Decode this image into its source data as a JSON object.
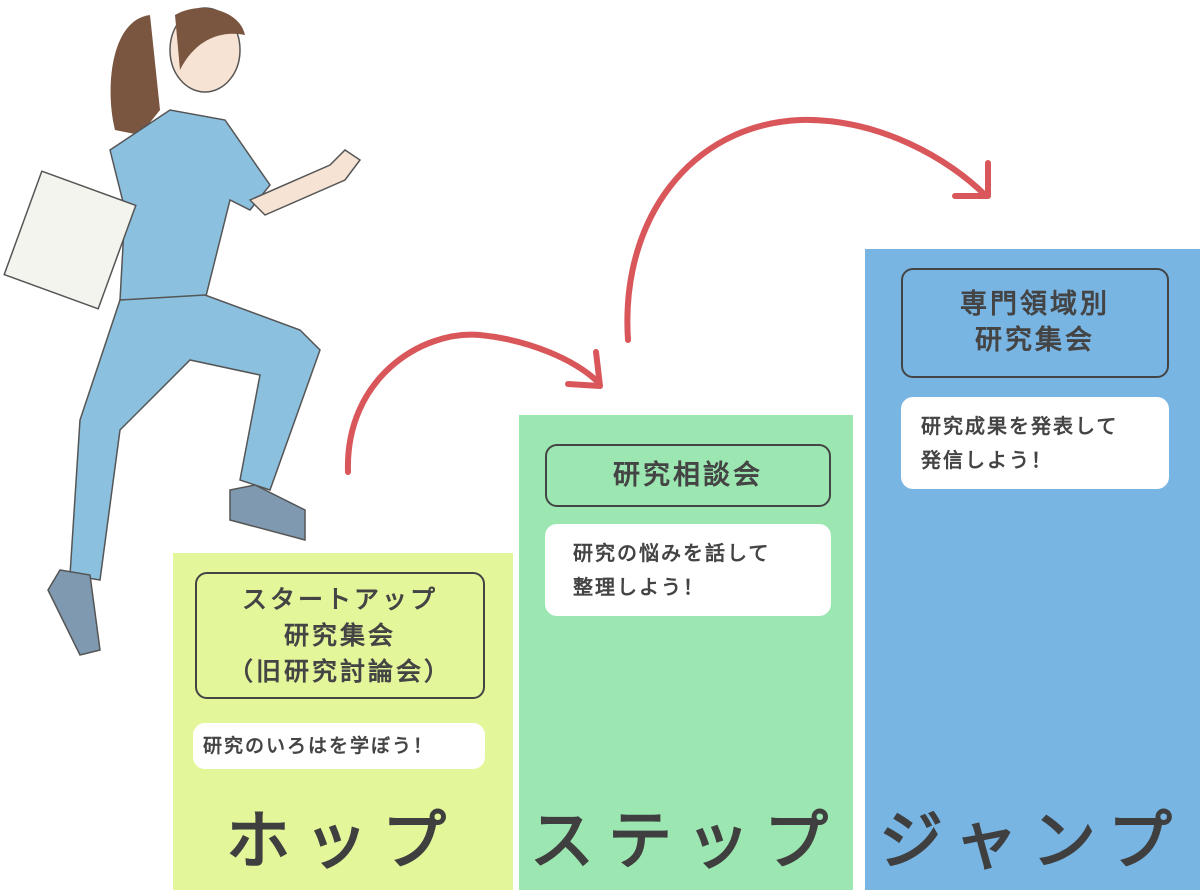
{
  "steps": [
    {
      "title": "スタートアップ\n研究集会\n（旧研究討論会）",
      "message": "研究のいろはを学ぼう！",
      "label": "ホップ",
      "color": "#e3f69a"
    },
    {
      "title": "研究相談会",
      "message": "研究の悩みを話して\n整理しよう！",
      "label": "ステップ",
      "color": "#9ce7b1"
    },
    {
      "title": "専門領域別\n研究集会",
      "message": "研究成果を発表して\n発信しよう！",
      "label": "ジャンプ",
      "color": "#78b5e3"
    }
  ],
  "arrow_color": "#d9575a"
}
